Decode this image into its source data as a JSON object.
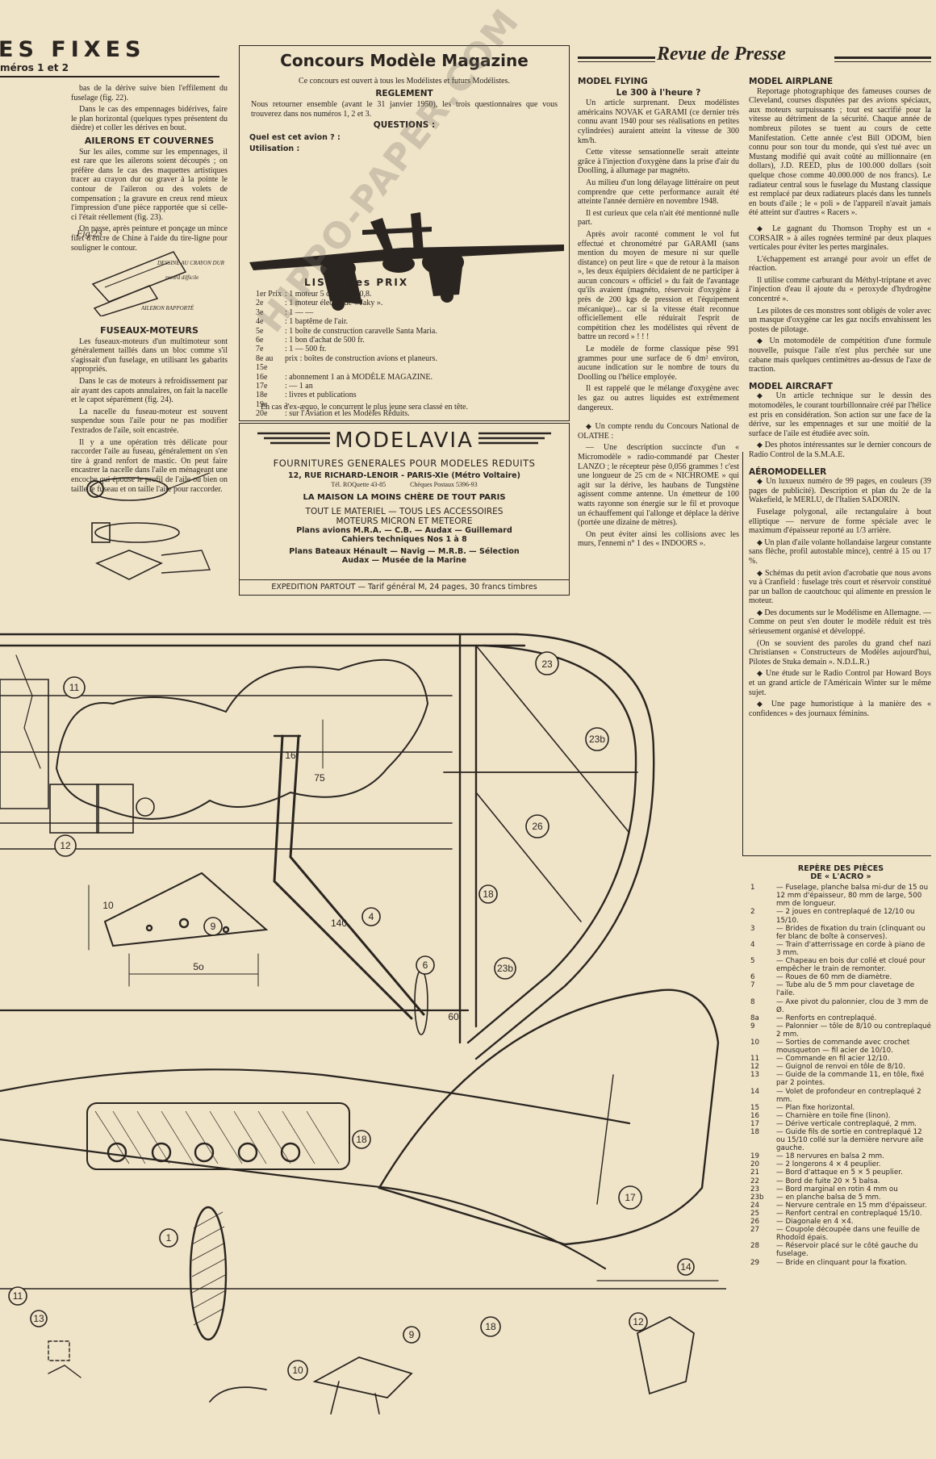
{
  "header_left": {
    "title": "ES FIXES",
    "subtitle": "méros 1 et 2"
  },
  "left_col": {
    "para1": "bas de la dérive suive bien l'effilement du fuselage (fig. 22).",
    "para2": "Dans le cas des empennages bidérives, faire le plan horizontal (quelques types présentent du dièdre) et coller les dérives en bout.",
    "title_ailerons": "AILERONS ET COUVERNES",
    "para3": "Sur les ailes, comme sur les empennages, il est rare que les ailerons soient découpés ; on préfère dans le cas des maquettes artistiques tracer au crayon dur ou graver à la pointe le contour de l'aileron ou des volets de compensation ; la gravure en creux rend mieux l'impression d'une pièce rapportée que si celle-ci l'était réellement (fig. 23).",
    "para4": "On passe, après peinture et ponçage un mince filet d'encre de Chine à l'aide du tire-ligne pour souligner le contour.",
    "fig_label": "Fig 23",
    "fig_note1": "DESSINE AU CRAYON DUR",
    "fig_note2": "record difficile",
    "fig_note3": "AILERON RAPPORTÉ",
    "title_fuseaux": "FUSEAUX-MOTEURS",
    "para5": "Les fuseaux-moteurs d'un multimoteur sont généralement taillés dans un bloc comme s'il s'agissait d'un fuselage, en utilisant les gabarits appropriés.",
    "para6": "Dans le cas de moteurs à refroidissement par air ayant des capots annulaires, on fait la nacelle et le capot séparément (fig. 24).",
    "para7": "La nacelle du fuseau-moteur est souvent suspendue sous l'aile pour ne pas modifier l'extrados de l'aile, soit encastrée.",
    "para8": "Il y a une opération très délicate pour raccorder l'aile au fuseau, généralement on s'en tire à grand renfort de mastic. On peut faire encastrer la nacelle dans l'aile en ménageant une encoche qui épouse le profil de l'aile ou bien on taille le fuseau et on taille l'aile pour raccorder."
  },
  "contest": {
    "title": "Concours Modèle Magazine",
    "intro": "Ce concours est ouvert à tous les Modélistes et futurs Modélistes.",
    "reglement_title": "REGLEMENT",
    "reglement_text": "Nous retourner ensemble (avant le 31 janvier 1950), les trois questionnaires que vous trouverez dans nos numéros 1, 2 et 3.",
    "questions_title": "QUESTIONS :",
    "q1": "Quel est cet avion ? :",
    "q2": "Utilisation :",
    "prize_title": "LISTE des PRIX",
    "prizes": [
      [
        "1er Prix",
        ": 1 moteur 5 cc, 2,8 ou 0,8."
      ],
      [
        "2e",
        ": 1 moteur électrique « Jaky »."
      ],
      [
        "3e",
        ": 1 — —"
      ],
      [
        "4e",
        ": 1 baptême de l'air."
      ],
      [
        "5e",
        ": 1 boîte de construction caravelle Santa Maria."
      ],
      [
        "6e",
        ": 1 bon d'achat de 500 fr."
      ],
      [
        "7e",
        ": 1 — 500 fr."
      ],
      [
        "8e au 15e",
        "prix : boîtes de construction avions et planeurs."
      ],
      [
        "16e",
        ": abonnement 1 an à MODÈLE MAGAZINE."
      ],
      [
        "17e",
        ": — 1 an"
      ],
      [
        "18e",
        ": livres et publications"
      ],
      [
        "19e",
        ":"
      ],
      [
        "20e",
        ": sur l'Aviation et les Modèles Réduits."
      ]
    ],
    "ex_aequo": "En cas d'ex-æquo, le concurrent le plus jeune sera classé en tête."
  },
  "modelavia": {
    "brand": "MODELAVIA",
    "tagline": "FOURNITURES GENERALES POUR MODELES REDUITS",
    "address": "12, RUE RICHARD-LENOIR - PARIS-XIe (Métro Voltaire)",
    "tel": "Tél. ROQuette 43-85",
    "cheques": "Chèques Postaux 5396-93",
    "slogan": "LA MAISON LA MOINS CHÈRE DE TOUT PARIS",
    "line1": "TOUT LE MATERIEL — TOUS LES ACCESSOIRES",
    "line2": "MOTEURS MICRON ET METEORE",
    "line3": "Plans avions M.R.A. — C.B. — Audax — Guillemard",
    "line4": "Cahiers techniques Nos 1 à 8",
    "line5": "Plans Bateaux Hénault — Navig — M.R.B. — Sélection",
    "line6": "Audax — Musée de la Marine",
    "footer": "EXPEDITION PARTOUT — Tarif général M, 24 pages, 30 francs timbres"
  },
  "revue": {
    "title": "Revue de Presse",
    "mf_title": "MODEL FLYING",
    "mf_sub": "Le 300 à l'heure ?",
    "mf_p1": "Un article surprenant. Deux modélistes américains NOVAK et GARAMI (ce dernier très connu avant 1940 pour ses réalisations en petites cylindrées) auraient atteint la vitesse de 300 km/h.",
    "mf_p2": "Cette vitesse sensationnelle serait atteinte grâce à l'injection d'oxygène dans la prise d'air du Doolling, à allumage par magnéto.",
    "mf_p3": "Au milieu d'un long délayage littéraire on peut comprendre que cette performance aurait été atteinte l'année dernière en novembre 1948.",
    "mf_p4": "Il est curieux que cela n'ait été mentionné nulle part.",
    "mf_p5": "Après avoir raconté comment le vol fut effectué et chronométré par GARAMI (sans mention du moyen de mesure ni sur quelle distance) on peut lire « que de retour à la maison », les deux équipiers décidaient de ne participer à aucun concours « officiel » du fait de l'avantage qu'ils avaient (magnéto, réservoir d'oxygène à près de 200 kgs de pression et l'équipement mécanique)... car si la vitesse était reconnue officiellement elle réduirait l'esprit de compétition chez les modélistes qui rêvent de battre un record » ! ! !",
    "mf_p6": "Le modèle de forme classique pèse 991 grammes pour une surface de 6 dm² environ, aucune indication sur le nombre de tours du Doolling ou l'hélice employée.",
    "mf_p7": "Il est rappelé que le mélange d'oxygène avec les gaz ou autres liquides est extrêmement dangereux.",
    "mf_p8": "Un compte rendu du Concours National de OLATHE :",
    "mf_p9": "— Une description succincte d'un « Micromodèle » radio-commandé par Chester LANZO ; le récepteur pèse 0,056 grammes ! c'est une longueur de 25 cm de « NICHROME » qui agit sur la dérive, les haubans de Tungstène agissent comme antenne. Un émetteur de 100 watts rayonne son énergie sur le fil et provoque un échauffement qui l'allonge et déplace la dérive (portée une dizaine de mètres).",
    "mf_p10": "On peut éviter ainsi les collisions avec les murs, l'ennemi n° 1 des « INDOORS ».",
    "ma_title": "MODEL AIRPLANE",
    "ma_p1": "Reportage photographique des fameuses courses de Cleveland, courses disputées par des avions spéciaux, aux moteurs surpuissants ; tout est sacrifié pour la vitesse au détriment de la sécurité. Chaque année de nombreux pilotes se tuent au cours de cette Manifestation. Cette année c'est Bill ODOM, bien connu pour son tour du monde, qui s'est tué avec un Mustang modifié qui avait coûté au millionnaire (en dollars), J.D. REED, plus de 100.000 dollars (soit quelque chose comme 40.000.000 de nos francs). Le radiateur central sous le fuselage du Mustang classique est remplacé par deux radiateurs placés dans les tunnels en bouts d'aile ; le « poli » de l'appareil n'avait jamais été atteint sur d'autres « Racers ».",
    "ma_p2": "Le gagnant du Thomson Trophy est un « CORSAIR » à ailes rognées terminé par deux plaques verticales pour éviter les pertes marginales.",
    "ma_p3": "L'échappement est arrangé pour avoir un effet de réaction.",
    "ma_p4": "Il utilise comme carburant du Méthyl-triptane et avec l'injection d'eau il ajoute du « peroxyde d'hydrogène concentré ».",
    "ma_p5": "Les pilotes de ces monstres sont obligés de voler avec un masque d'oxygène car les gaz nocifs envahissent les postes de pilotage.",
    "ma_p6": "Un motomodèle de compétition d'une formule nouvelle, puisque l'aile n'est plus perchée sur une cabane mais quelques centimètres au-dessus de l'axe de traction.",
    "mac_title": "MODEL AIRCRAFT",
    "mac_p1": "Un article technique sur le dessin des motomodèles, le courant tourbillonnaire créé par l'hélice est pris en considération. Son action sur une face de la dérive, sur les empennages et sur une moitié de la surface de l'aile est étudiée avec soin.",
    "mac_p2": "Des photos intéressantes sur le dernier concours de Radio Control de la S.M.A.E.",
    "aero_title": "AÉROMODELLER",
    "aero_p1": "Un luxueux numéro de 99 pages, en couleurs (39 pages de publicité). Description et plan du 2e de la Wakefield, le MERLU, de l'Italien SADORIN.",
    "aero_p2": "Fuselage polygonal, aile rectangulaire à bout elliptique — nervure de forme spéciale avec le maximum d'épaisseur reporté au 1/3 arrière.",
    "aero_p3": "Un plan d'aile volante hollandaise largeur constante sans flèche, profil autostable mince), centré à 15 ou 17 %.",
    "aero_p4": "Schémas du petit avion d'acrobatie que nous avons vu à Cranfield : fuselage très court et réservoir constitué par un ballon de caoutchouc qui alimente en pression le moteur.",
    "aero_p5": "Des documents sur le Modélisme en Allemagne. — Comme on peut s'en douter le modèle réduit est très sérieusement organisé et développé.",
    "aero_p6": "(On se souvient des paroles du grand chef nazi Christiansen « Constructeurs de Modèles aujourd'hui, Pilotes de Stuka demain ». N.D.L.R.)",
    "aero_p7": "Une étude sur le Radio Control par Howard Boys et un grand article de l'Américain Winter sur le même sujet.",
    "aero_p8": "Une page humoristique à la manière des « confidences » des journaux féminins."
  },
  "parts": {
    "title1": "REPÈRE DES PIÈCES",
    "title2": "DE « L'ACRO »",
    "items": [
      [
        "1",
        "— Fuselage, planche balsa mi-dur de 15 ou 12 mm d'épaisseur, 80 mm de large, 500 mm de longueur."
      ],
      [
        "2",
        "— 2 joues en contreplaqué de 12/10 ou 15/10."
      ],
      [
        "3",
        "— Brides de fixation du train (clinquant ou fer blanc de boîte à conserves)."
      ],
      [
        "4",
        "— Train d'atterrissage en corde à piano de 3 mm."
      ],
      [
        "5",
        "— Chapeau en bois dur collé et cloué pour empêcher le train de remonter."
      ],
      [
        "6",
        "— Roues de 60 mm de diamètre."
      ],
      [
        "7",
        "— Tube alu de 5 mm pour clavetage de l'aile."
      ],
      [
        "8",
        "— Axe pivot du palonnier, clou de 3 mm de Ø."
      ],
      [
        "8a",
        "— Renforts en contreplaqué."
      ],
      [
        "9",
        "— Palonnier — tôle de 8/10 ou contreplaqué 2 mm."
      ],
      [
        "10",
        "— Sorties de commande avec crochet mousqueton — fil acier de 10/10."
      ],
      [
        "11",
        "— Commande en fil acier 12/10."
      ],
      [
        "12",
        "— Guignol de renvoi en tôle de 8/10."
      ],
      [
        "13",
        "— Guide de la commande 11, en tôle, fixé par 2 pointes."
      ],
      [
        "14",
        "— Volet de profondeur en contreplaqué 2 mm."
      ],
      [
        "15",
        "— Plan fixe horizontal."
      ],
      [
        "16",
        "— Charnière en toile fine (linon)."
      ],
      [
        "17",
        "— Dérive verticale contreplaqué, 2 mm."
      ],
      [
        "18",
        "— Guide fils de sortie en contreplaqué 12 ou 15/10 collé sur la dernière nervure aile gauche."
      ],
      [
        "19",
        "— 18 nervures en balsa 2 mm."
      ],
      [
        "20",
        "— 2 longerons 4 × 4 peuplier."
      ],
      [
        "21",
        "— Bord d'attaque en 5 × 5 peuplier."
      ],
      [
        "22",
        "— Bord de fuite 20 × 5 balsa."
      ],
      [
        "23",
        "— Bord marginal en rotin 4 mm ou"
      ],
      [
        "23b",
        "— en planche balsa de 5 mm."
      ],
      [
        "24",
        "— Nervure centrale en 15 mm d'épaisseur."
      ],
      [
        "25",
        "— Renfort central en contreplaqué 15/10."
      ],
      [
        "26",
        "— Diagonale en 4 ×4."
      ],
      [
        "27",
        "— Coupole découpée dans une feuille de Rhodoïd épais."
      ],
      [
        "28",
        "— Réservoir placé sur le côté gauche du fuselage."
      ],
      [
        "29",
        "— Bride en clinquant pour la fixation."
      ]
    ]
  },
  "plan_labels": {
    "n11a": "11",
    "n23": "23",
    "n23b_top": "23b",
    "n16": "16",
    "n75": "75",
    "n12": "12",
    "n26": "26",
    "n10": "10",
    "n18a": "18",
    "n9": "9",
    "n140": "140",
    "n4": "4",
    "n50": "5o",
    "n6": "6",
    "n60": "60",
    "n23b": "23b",
    "n18b": "18",
    "n17": "17",
    "n1": "1",
    "n14": "14",
    "n11b": "11",
    "n13": "13",
    "n18c": "18",
    "n12b": "12",
    "n9b": "9",
    "n10b": "10"
  },
  "watermark": "HIPPO-PAPER.COM"
}
